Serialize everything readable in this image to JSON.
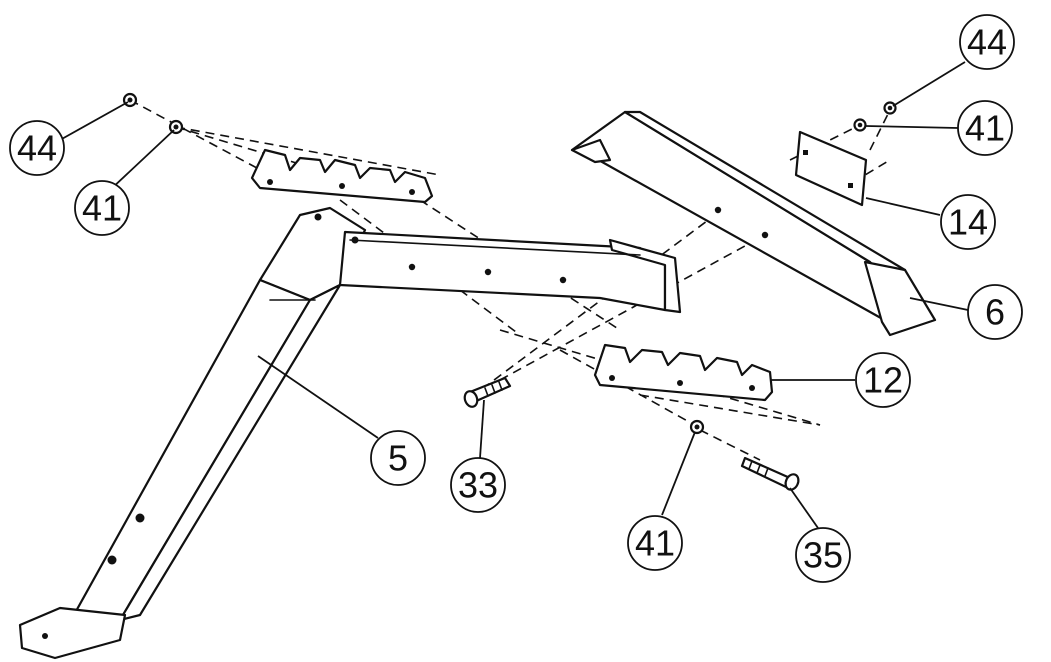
{
  "callouts": {
    "top_left_44": "44",
    "top_left_41": "41",
    "top_right_44": "44",
    "top_right_41": "41",
    "plate_14": "14",
    "beam_6": "6",
    "rack_12": "12",
    "frame_5": "5",
    "bolt_33": "33",
    "washer_41_bottom": "41",
    "bolt_35": "35"
  },
  "colors": {
    "line": "#111111",
    "background": "#ffffff"
  }
}
